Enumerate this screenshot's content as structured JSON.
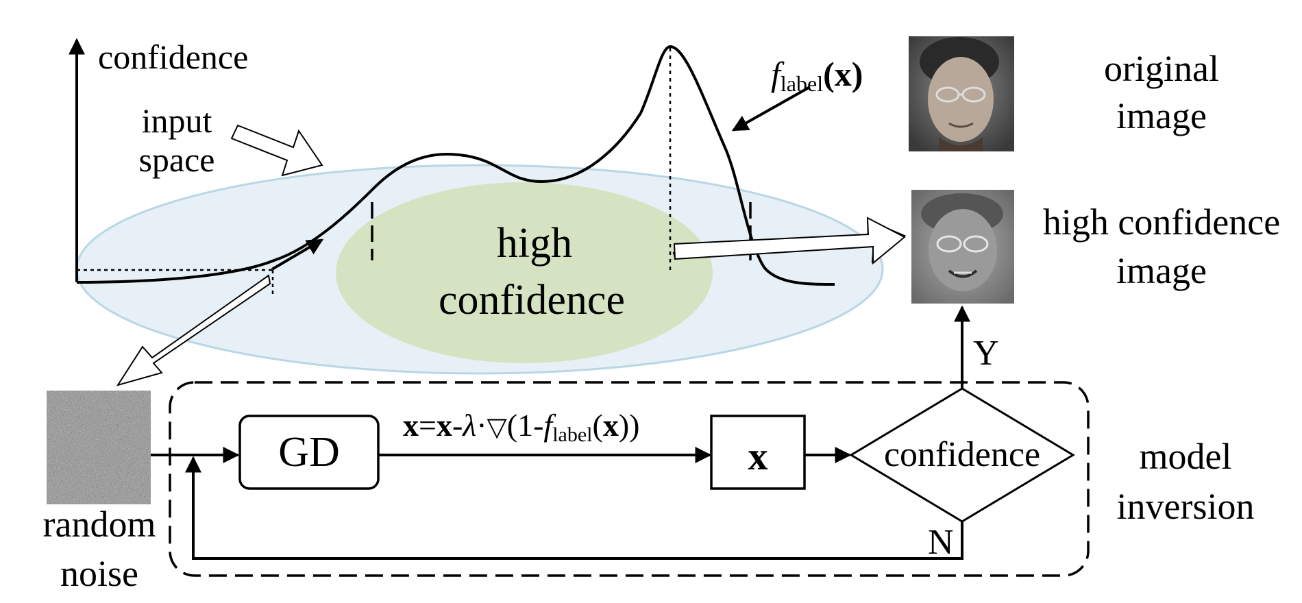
{
  "axis": {
    "y_label": "confidence"
  },
  "labels": {
    "input_space_line1": "input",
    "input_space_line2": "space",
    "high_conf_line1": "high",
    "high_conf_line2": "confidence",
    "func_f": "f",
    "func_sub": "label",
    "func_arg": "(x)",
    "original_line1": "original",
    "original_line2": "image",
    "highconf_img_line1": "high confidence",
    "highconf_img_line2": "image",
    "random_line1": "random",
    "random_line2": "noise",
    "gd": "GD",
    "x_box": "x",
    "update_x1": "x",
    "update_eq": "=",
    "update_x2": "x",
    "update_minus_lambda": "-λ",
    "update_dot": "·",
    "update_nabla": "▽",
    "update_open": "(1-",
    "update_f": "f",
    "update_sub": "label",
    "update_arg_open": "(",
    "update_arg_x": "x",
    "update_close": "))",
    "decision": "confidence",
    "yes": "Y",
    "no": "N",
    "model_line1": "model",
    "model_line2": "inversion"
  },
  "colors": {
    "outer_ellipse": "#e6f0f6",
    "outer_ellipse_stroke": "#b9d6e6",
    "inner_ellipse": "#d6e3c2",
    "ink": "#000000"
  },
  "images": {
    "original_face": "face-photo",
    "highconf_face": "reconstructed-face",
    "noise": "random-noise-square"
  }
}
